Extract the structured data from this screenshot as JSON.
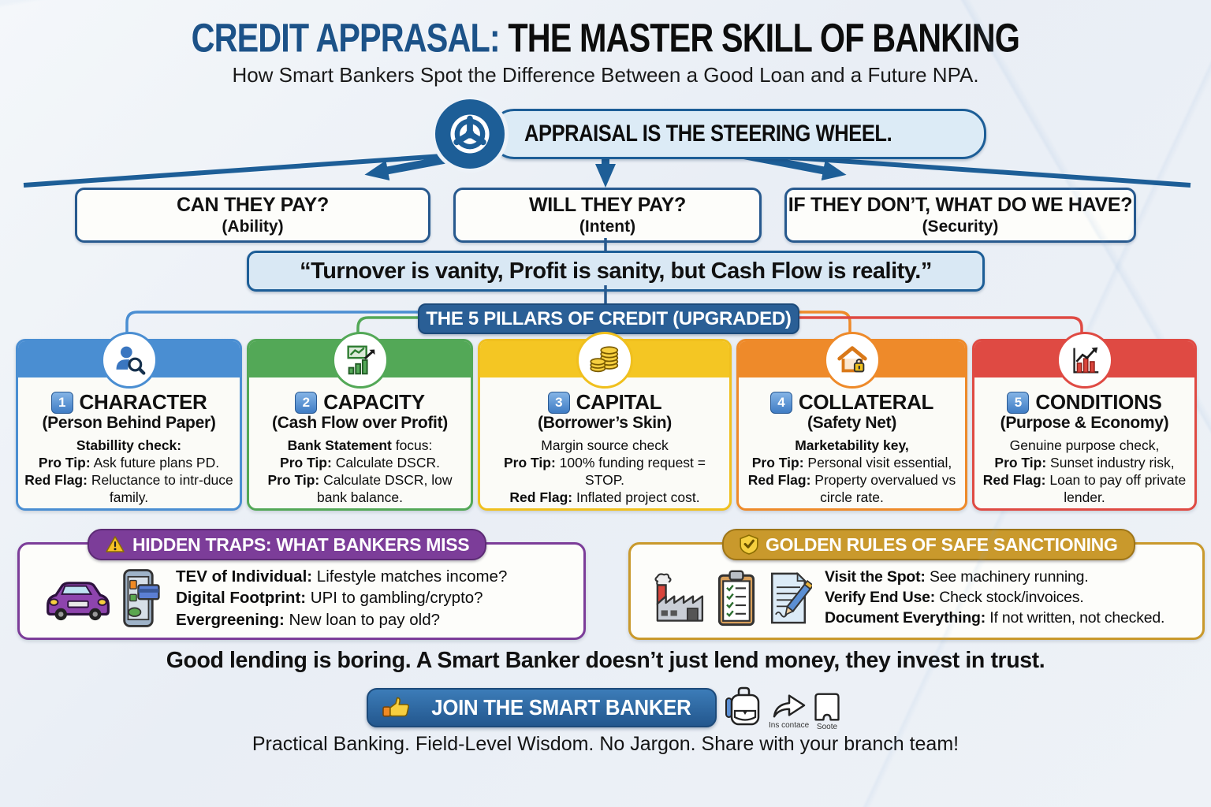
{
  "colors": {
    "dark_blue": "#1d5e97",
    "header_blue": "#2a5f96",
    "pillar_blue": "#4a8ed2",
    "pillar_green": "#53a857",
    "pillar_yellow": "#f2c21d",
    "pillar_orange": "#ee8a2a",
    "pillar_red": "#df4a43",
    "traps_purple": "#7c3d99",
    "rules_gold": "#c9992c"
  },
  "title": {
    "highlight": "CREDIT APPRASAL:",
    "rest": " THE MASTER SKILL OF BANKING",
    "subtitle": "How Smart Bankers Spot the Difference Between a Good Loan and a Future NPA."
  },
  "steering": {
    "label": "APPRAISAL IS THE STEERING WHEEL."
  },
  "questions": [
    {
      "title": "CAN THEY PAY?",
      "subtitle": "(Ability)"
    },
    {
      "title": "WILL THEY PAY?",
      "subtitle": "(Intent)"
    },
    {
      "title": "IF THEY DON’T, WHAT DO WE HAVE?",
      "subtitle": "(Security)"
    }
  ],
  "quote": "“Turnover is vanity, Profit is sanity, but Cash Flow is reality.”",
  "pillars": {
    "header": "THE 5 PILLARS OF CREDIT (UPGRADED)",
    "cards": [
      {
        "number": "1",
        "name": "CHARACTER",
        "subname": "(Person Behind Paper)",
        "color": "#4a8ed2",
        "icon": "person-search-icon",
        "lines": [
          {
            "b": "Stabillity check:",
            "t": ""
          },
          {
            "b": "Pro Tip:",
            "t": " Ask future plans PD."
          },
          {
            "b": "Red Flag:",
            "t": " Reluctance to intr-duce family."
          }
        ]
      },
      {
        "number": "2",
        "name": "CAPACITY",
        "subname": "(Cash Flow over Profit)",
        "color": "#53a857",
        "icon": "growth-chart-icon",
        "lines": [
          {
            "b": "Bank Statement",
            "t": " focus:"
          },
          {
            "b": "Pro Tip:",
            "t": " Calculate DSCR."
          },
          {
            "b": "Pro Tip:",
            "t": " Calculate DSCR, low bank balance."
          }
        ]
      },
      {
        "number": "3",
        "name": "CAPITAL",
        "subname": "(Borrower’s Skin)",
        "color": "#f2c21d",
        "icon": "coins-icon",
        "lines": [
          {
            "b": "",
            "t": "Margin source check"
          },
          {
            "b": "Pro Tip:",
            "t": " 100% funding request = STOP."
          },
          {
            "b": "Red Flag:",
            "t": " Inflated project cost."
          }
        ]
      },
      {
        "number": "4",
        "name": "COLLATERAL",
        "subname": "(Safety Net)",
        "color": "#ee8a2a",
        "icon": "house-lock-icon",
        "lines": [
          {
            "b": "Marketability key,",
            "t": ""
          },
          {
            "b": "Pro Tip:",
            "t": " Personal visit essential,"
          },
          {
            "b": "Red Flag:",
            "t": " Property overvalued vs circle rate."
          }
        ]
      },
      {
        "number": "5",
        "name": "CONDITIONS",
        "subname": "(Purpose & Economy)",
        "color": "#df4a43",
        "icon": "trend-chart-icon",
        "lines": [
          {
            "b": "",
            "t": "Genuine purpose check,"
          },
          {
            "b": "Pro Tip:",
            "t": " Sunset industry risk,"
          },
          {
            "b": "Red Flag:",
            "t": " Loan to pay off private lender."
          }
        ]
      }
    ]
  },
  "hidden_traps": {
    "header": "HIDDEN TRAPS: WHAT BANKERS MISS",
    "lines": [
      {
        "b": "TEV of Individual:",
        "t": " Lifestyle matches income?"
      },
      {
        "b": "Digital Footprint:",
        "t": " UPI to gambling/crypto?"
      },
      {
        "b": "Evergreening:",
        "t": " New loan to pay old?"
      }
    ]
  },
  "golden_rules": {
    "header": "GOLDEN RULES OF SAFE SANCTIONING",
    "lines": [
      {
        "b": "Visit the Spot:",
        "t": " See machinery running."
      },
      {
        "b": "Verify End Use:",
        "t": " Check stock/invoices."
      },
      {
        "b": "Document Everything:",
        "t": " If not written, not checked."
      }
    ]
  },
  "footer": {
    "statement": "Good lending is boring. A Smart Banker doesn’t just lend money, they invest in trust.",
    "cta_label": "JOIN THE SMART BANKER",
    "share_label": "Ins contace",
    "save_label": "Soote",
    "tagline": "Practical Banking. Field-Level Wisdom. No Jargon. Share with your branch team!"
  }
}
